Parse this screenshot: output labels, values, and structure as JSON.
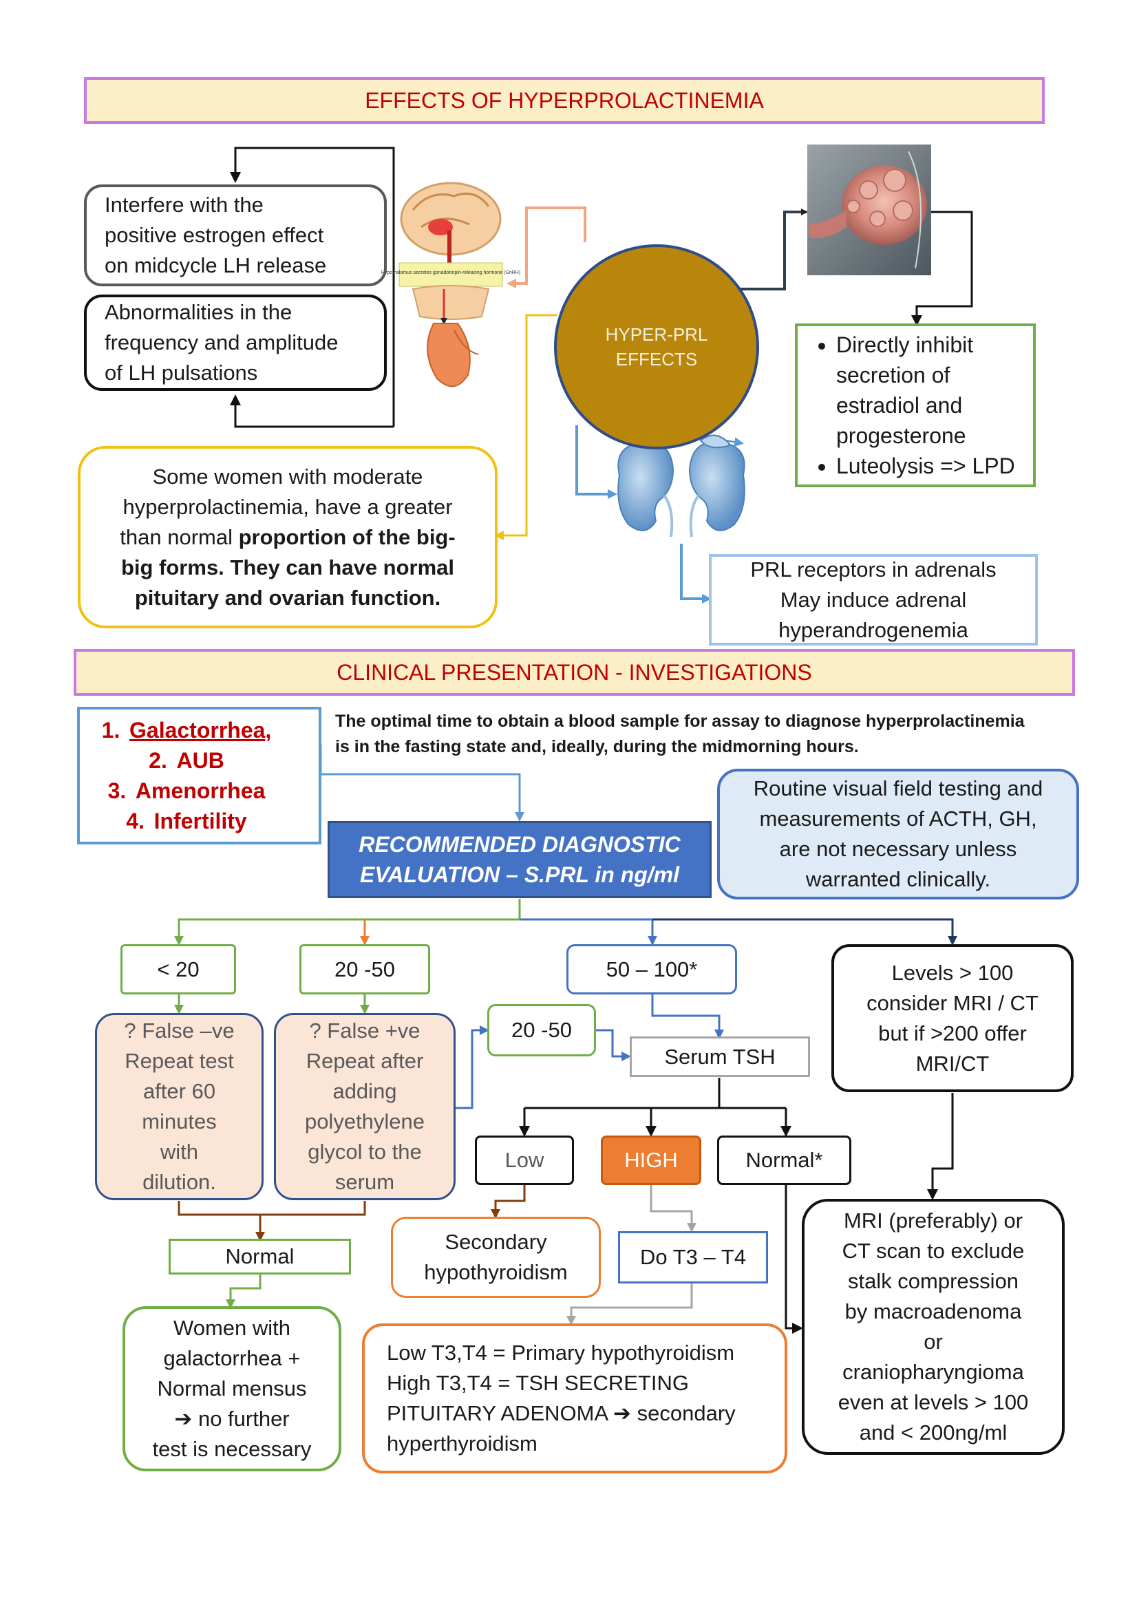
{
  "section1": {
    "title": "EFFECTS OF HYPERPROLACTINEMIA",
    "center_circle": {
      "line1": "HYPER-PRL",
      "line2": "EFFECTS"
    },
    "lh_box": [
      "Interfere with the",
      "positive estrogen effect",
      "on midcycle LH release"
    ],
    "pulsation_box": [
      "Abnormalities in the",
      "frequency and amplitude",
      "of LH pulsations"
    ],
    "bigbig_box": {
      "line1": "Some women with moderate",
      "line2": "hyperprolactinemia, have a greater",
      "line3_plain": "than normal ",
      "line3_bold": "proportion of the big-",
      "line4_bold": "big forms. They can have normal",
      "line5_bold": "pituitary and ovarian function."
    },
    "ovary_box": {
      "bullet1": [
        "Directly inhibit",
        "secretion of",
        "estradiol and",
        "progesterone"
      ],
      "bullet2": "Luteolysis => LPD"
    },
    "adrenal_box": [
      "PRL receptors in adrenals",
      "May induce adrenal",
      "hyperandrogenemia"
    ],
    "brain_image_caption": "Hypothalamus secretes gonadotropin-releasing hormone (GnRH)"
  },
  "section2": {
    "title": "CLINICAL PRESENTATION - INVESTIGATIONS",
    "symptoms": [
      {
        "num": "1.",
        "text": "Galactorrhea",
        "suffix": ","
      },
      {
        "num": "2.",
        "text": "AUB"
      },
      {
        "num": "3.",
        "text": "Amenorrhea"
      },
      {
        "num": "4.",
        "text": "Infertility"
      }
    ],
    "timing_note": [
      "The optimal time to obtain a blood sample for assay to diagnose hyperprolactinemia",
      "is in the fasting state and, ideally, during the midmorning hours."
    ],
    "routine_note": [
      "Routine visual field testing and",
      "measurements of ACTH, GH,",
      "are not necessary unless",
      "warranted clinically."
    ],
    "diagnostic_box": [
      "RECOMMENDED DIAGNOSTIC",
      "EVALUATION – S.PRL in ng/ml"
    ],
    "range_lt20": "< 20",
    "range_20_50": "20 -50",
    "range_50_100": "50 – 100*",
    "range_gt100": [
      "Levels > 100",
      "consider MRI / CT",
      "but if  >200 offer",
      "MRI/CT"
    ],
    "false_neg": [
      "? False –ve",
      "Repeat test",
      "after 60",
      "minutes",
      "with",
      "dilution."
    ],
    "false_pos": [
      "? False +ve",
      "Repeat after",
      "adding",
      "polyethylene",
      "glycol to the",
      "serum"
    ],
    "range_20_50_b": "20 -50",
    "serum_tsh": "Serum TSH",
    "tsh_low": "Low",
    "tsh_high": "HIGH",
    "tsh_normal": "Normal*",
    "normal_label": "Normal",
    "galactorrhea_box": [
      "Women with",
      "galactorrhea +",
      "Normal mensus",
      "➔ no further",
      "test is necessary"
    ],
    "secondary_hypo": [
      "Secondary",
      "hypothyroidism"
    ],
    "do_t3t4": "Do T3 – T4",
    "t3t4_result": [
      "Low T3,T4  = Primary hypothyroidism",
      "High T3,T4 = TSH SECRETING",
      "PITUITARY ADENOMA ➔ secondary",
      "hyperthyroidism"
    ],
    "mri_box": [
      "MRI (preferably) or",
      "CT scan to exclude",
      "stalk compression",
      "by macroadenoma",
      "or",
      "craniopharyngioma",
      "even at levels > 100",
      "and < 200ng/ml"
    ]
  },
  "colors": {
    "header_fill": "#fcefc7",
    "header_border": "#c77ae3",
    "header_text": "#c00000",
    "circle_fill": "#b8860b",
    "circle_border": "#2f4b8a",
    "green": "#70ad47",
    "orange": "#ed7d31",
    "blue": "#4472c4",
    "light_blue": "#5b9bd5",
    "brown": "#843c0c",
    "gray": "#a5a5a5",
    "yellow": "#f2c010",
    "dark": "#222222",
    "peach": "#fbe5d6",
    "pale_blue": "#deebf7"
  }
}
